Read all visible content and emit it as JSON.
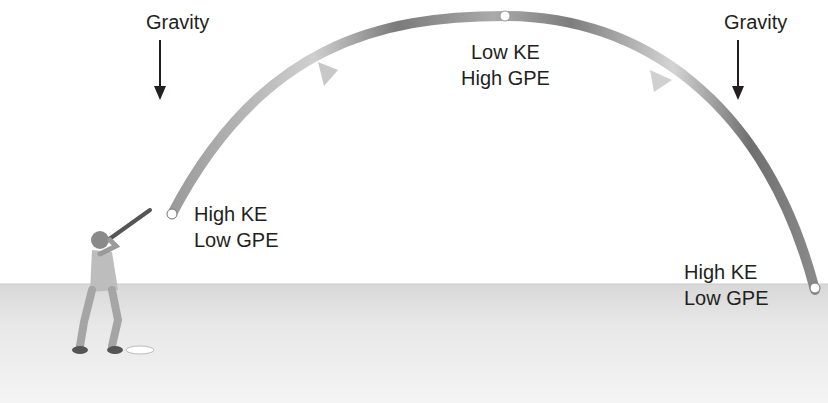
{
  "diagram": {
    "labels": [
      "Gravity",
      "Gravity",
      "Low KE",
      "High GPE",
      "High KE",
      "Low GPE",
      "High KE",
      "Low GPE"
    ]
  }
}
